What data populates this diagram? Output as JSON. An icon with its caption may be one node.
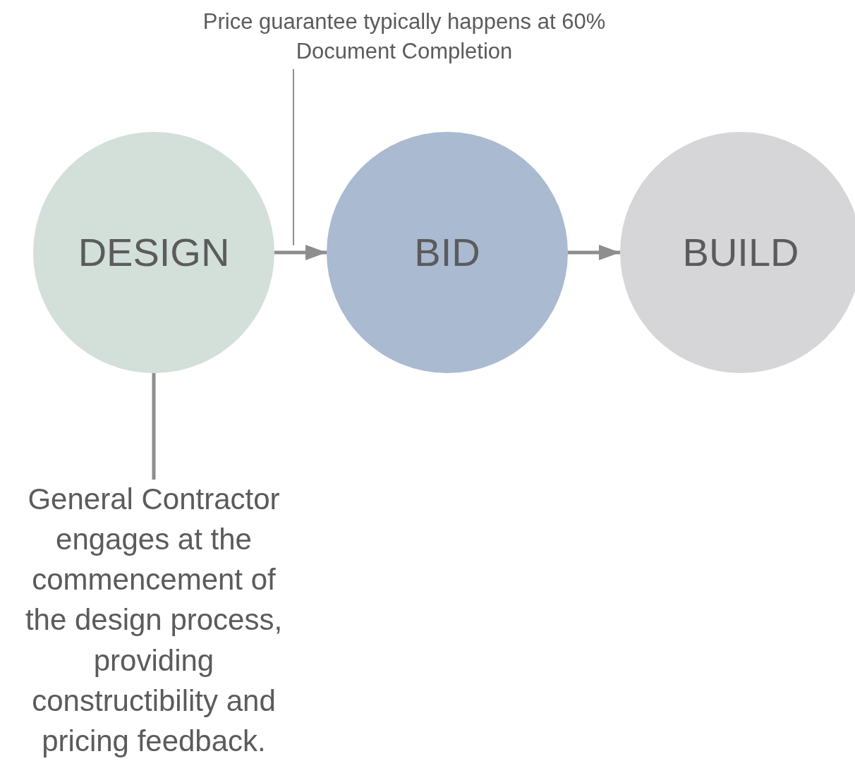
{
  "diagram": {
    "nodes": [
      {
        "text": [
          "Price guarantee typically happens at 60% Document Completion"
        ]
      },
      {
        "text": [
          "DESIGN"
        ]
      },
      {
        "text": [
          "BID"
        ]
      },
      {
        "text": [
          "BUILD"
        ]
      },
      {
        "text": [
          "General Contractor engages at the commencement of the design process, providing constructibility and pricing feedback."
        ]
      }
    ],
    "edges": [
      {
        "from": 0,
        "to": null,
        "arrow": "none"
      },
      {
        "from": 1,
        "to": 2,
        "arrow": "to"
      },
      {
        "from": 2,
        "to": 3,
        "arrow": "to"
      },
      {
        "from": 1,
        "to": 4,
        "arrow": "none"
      }
    ]
  }
}
